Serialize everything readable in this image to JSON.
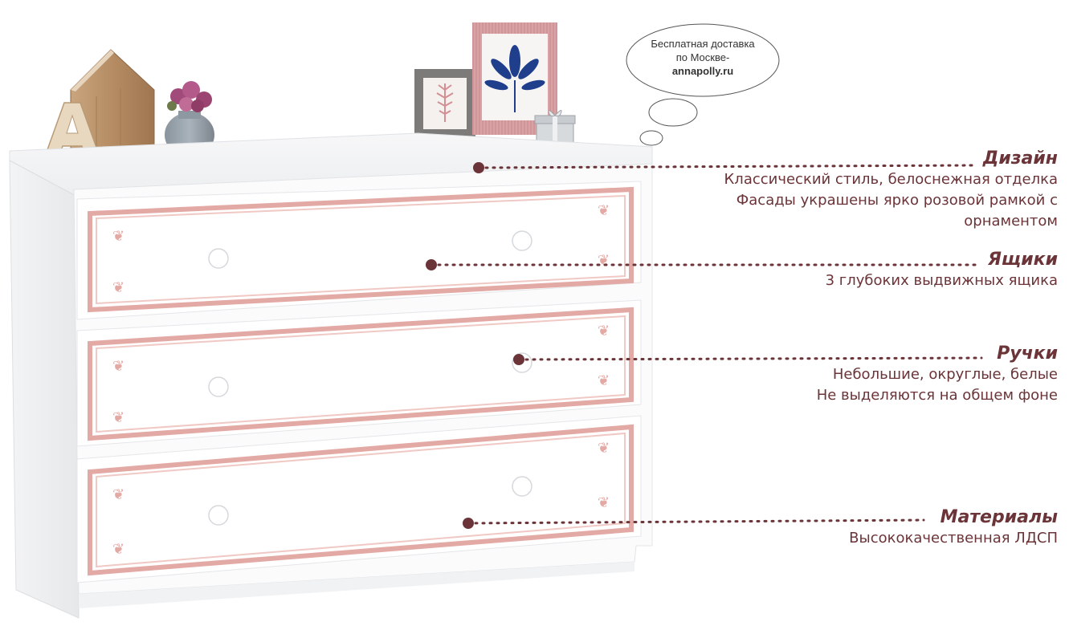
{
  "bubble": {
    "line1": "Бесплатная доставка",
    "line2": "по Москве-",
    "line3": "annapolly.ru"
  },
  "callouts": {
    "design": {
      "title": "Дизайн",
      "lines": [
        "Классический стиль, белоснежная отделка",
        "Фасады украшены ярко розовой рамкой с",
        "орнаментом"
      ]
    },
    "drawers": {
      "title": "Ящики",
      "lines": [
        "3 глубоких выдвижных ящика"
      ]
    },
    "handles": {
      "title": "Ручки",
      "lines": [
        "Небольшие, округлые, белые",
        "Не выделяются на общем фоне"
      ]
    },
    "materials": {
      "title": "Материалы",
      "lines": [
        "Высококачественная ЛДСП"
      ]
    }
  },
  "colors": {
    "accent": "#6b3438",
    "frame": "#e3a9a4",
    "body": "#ffffff"
  }
}
